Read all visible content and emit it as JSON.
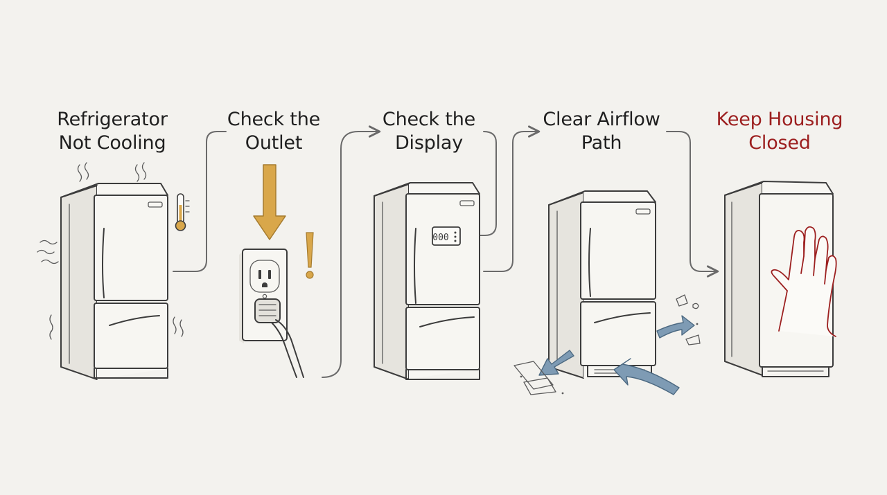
{
  "steps": [
    {
      "line1": "Refrigerator",
      "line2": "Not Cooling"
    },
    {
      "line1": "Check the",
      "line2": "Outlet"
    },
    {
      "line1": "Check the",
      "line2": "Display"
    },
    {
      "line1": "Clear Airflow",
      "line2": "Path"
    },
    {
      "line1": "Keep Housing",
      "line2": "Closed"
    }
  ],
  "display_readout": "000",
  "colors": {
    "background": "#f3f2ee",
    "ink": "#3c3c3c",
    "warning_text": "#9c1f1f",
    "outlet_arrow": "#d9a74a",
    "airflow_arrow": "#7e9bb4",
    "hand": "#9c1f1f"
  }
}
